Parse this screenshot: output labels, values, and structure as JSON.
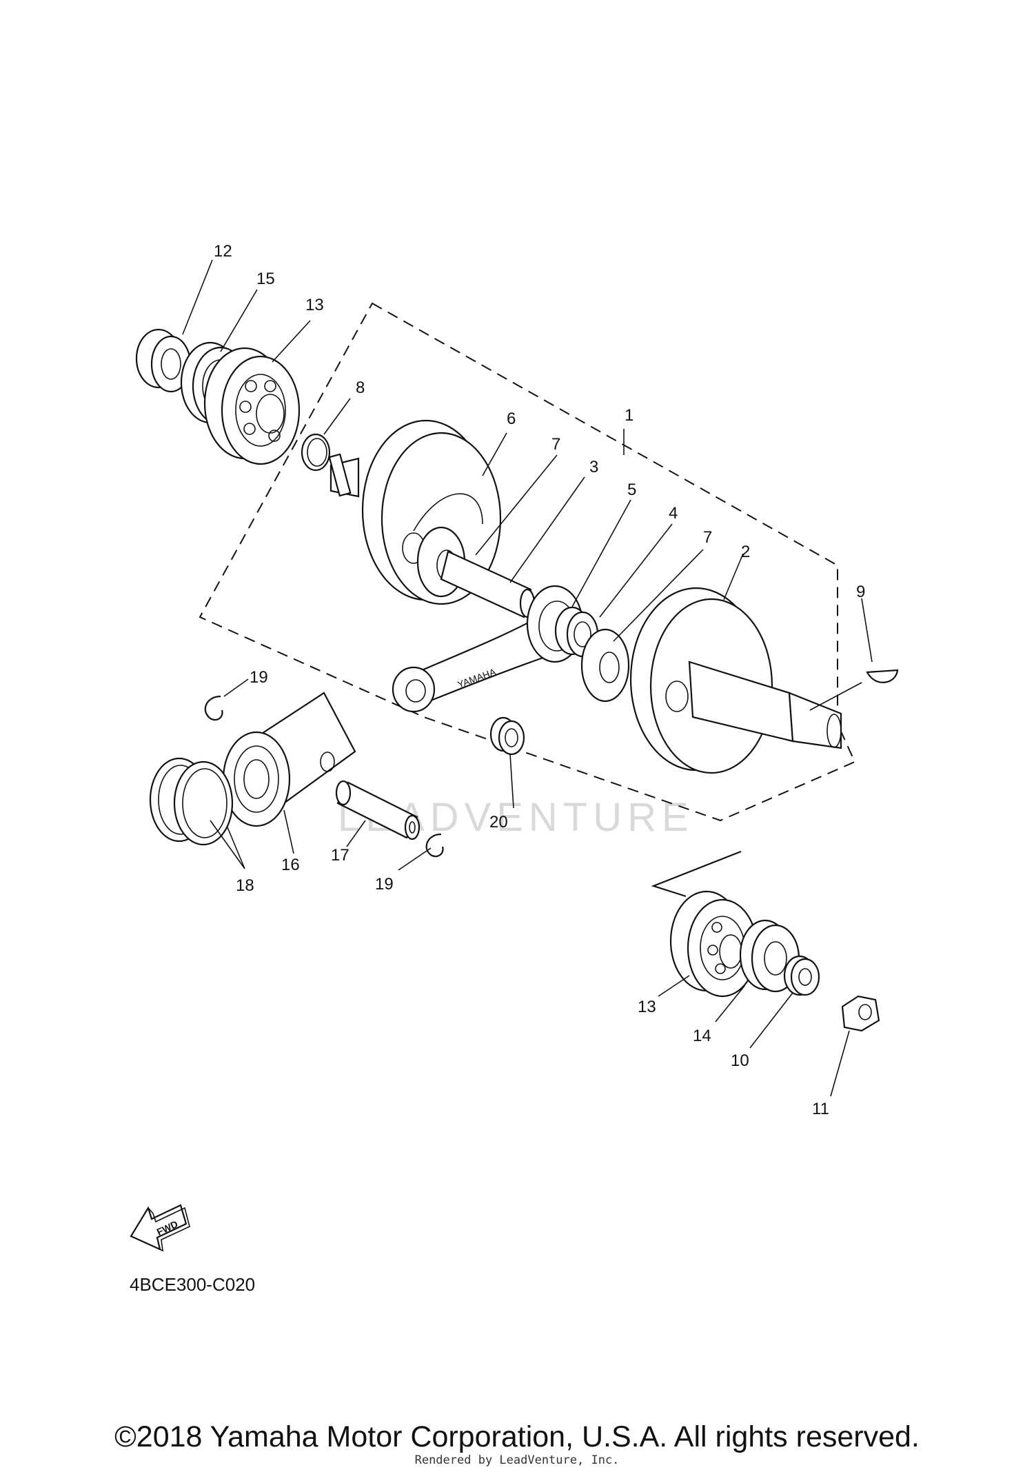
{
  "diagram": {
    "callouts": {
      "c1": "1",
      "c2": "2",
      "c3": "3",
      "c4": "4",
      "c5": "5",
      "c6": "6",
      "c7a": "7",
      "c7b": "7",
      "c8": "8",
      "c9": "9",
      "c10": "10",
      "c11": "11",
      "c12": "12",
      "c13a": "13",
      "c13b": "13",
      "c14": "14",
      "c15": "15",
      "c16": "16",
      "c17": "17",
      "c18": "18",
      "c19a": "19",
      "c19b": "19",
      "c20": "20"
    },
    "rod_marking": "YAMAHA",
    "fwd_label": "FWD",
    "diagram_code": "4BCE300-C020",
    "watermark": "LEADVENTURE"
  },
  "footer": {
    "copyright": "©2018 Yamaha Motor Corporation, U.S.A. All rights reserved.",
    "rendered_by": "Rendered by LeadVenture, Inc."
  }
}
